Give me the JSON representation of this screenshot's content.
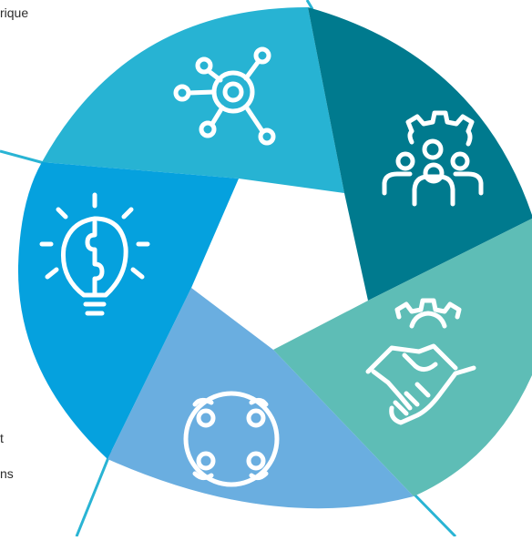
{
  "diagram": {
    "colors": {
      "segment_network": "#27B3D3",
      "segment_team": "#007A8E",
      "segment_handshake": "#5EBDB6",
      "segment_collaboration": "#6AAEE0",
      "segment_idea": "#05A1DE",
      "connector_line": "#29B4D4",
      "icon": "#FFFFFF"
    },
    "icons": [
      "network-hub-icon",
      "team-gear-icon",
      "handshake-gear-icon",
      "collaboration-circle-icon",
      "puzzle-lightbulb-icon"
    ],
    "text_fragments": [
      "rique",
      "t",
      "ns"
    ]
  }
}
